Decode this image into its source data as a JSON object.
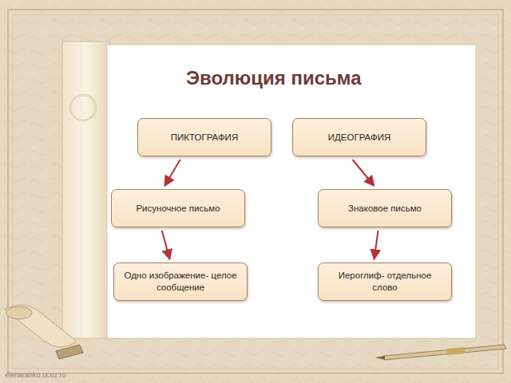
{
  "diagram": {
    "title": "Эволюция письма",
    "nodes": [
      {
        "text": [
          "ПИКТОГРАФИЯ"
        ]
      },
      {
        "text": [
          "ИДЕОГРАФИЯ"
        ]
      },
      {
        "text": [
          "Рисуночное письмо"
        ]
      },
      {
        "text": [
          "Знаковое письмо"
        ]
      },
      {
        "text": [
          "Одно изображение- целое сообщение"
        ]
      },
      {
        "text": [
          "Иероглиф- отдельное слово"
        ]
      }
    ],
    "edges": [
      {
        "from": 0,
        "to": 2,
        "arrow": "to"
      },
      {
        "from": 2,
        "to": 4,
        "arrow": "to"
      },
      {
        "from": 1,
        "to": 3,
        "arrow": "to"
      },
      {
        "from": 3,
        "to": 5,
        "arrow": "to"
      }
    ],
    "labels": [
      "elenaranko.ucoz.ru"
    ]
  }
}
